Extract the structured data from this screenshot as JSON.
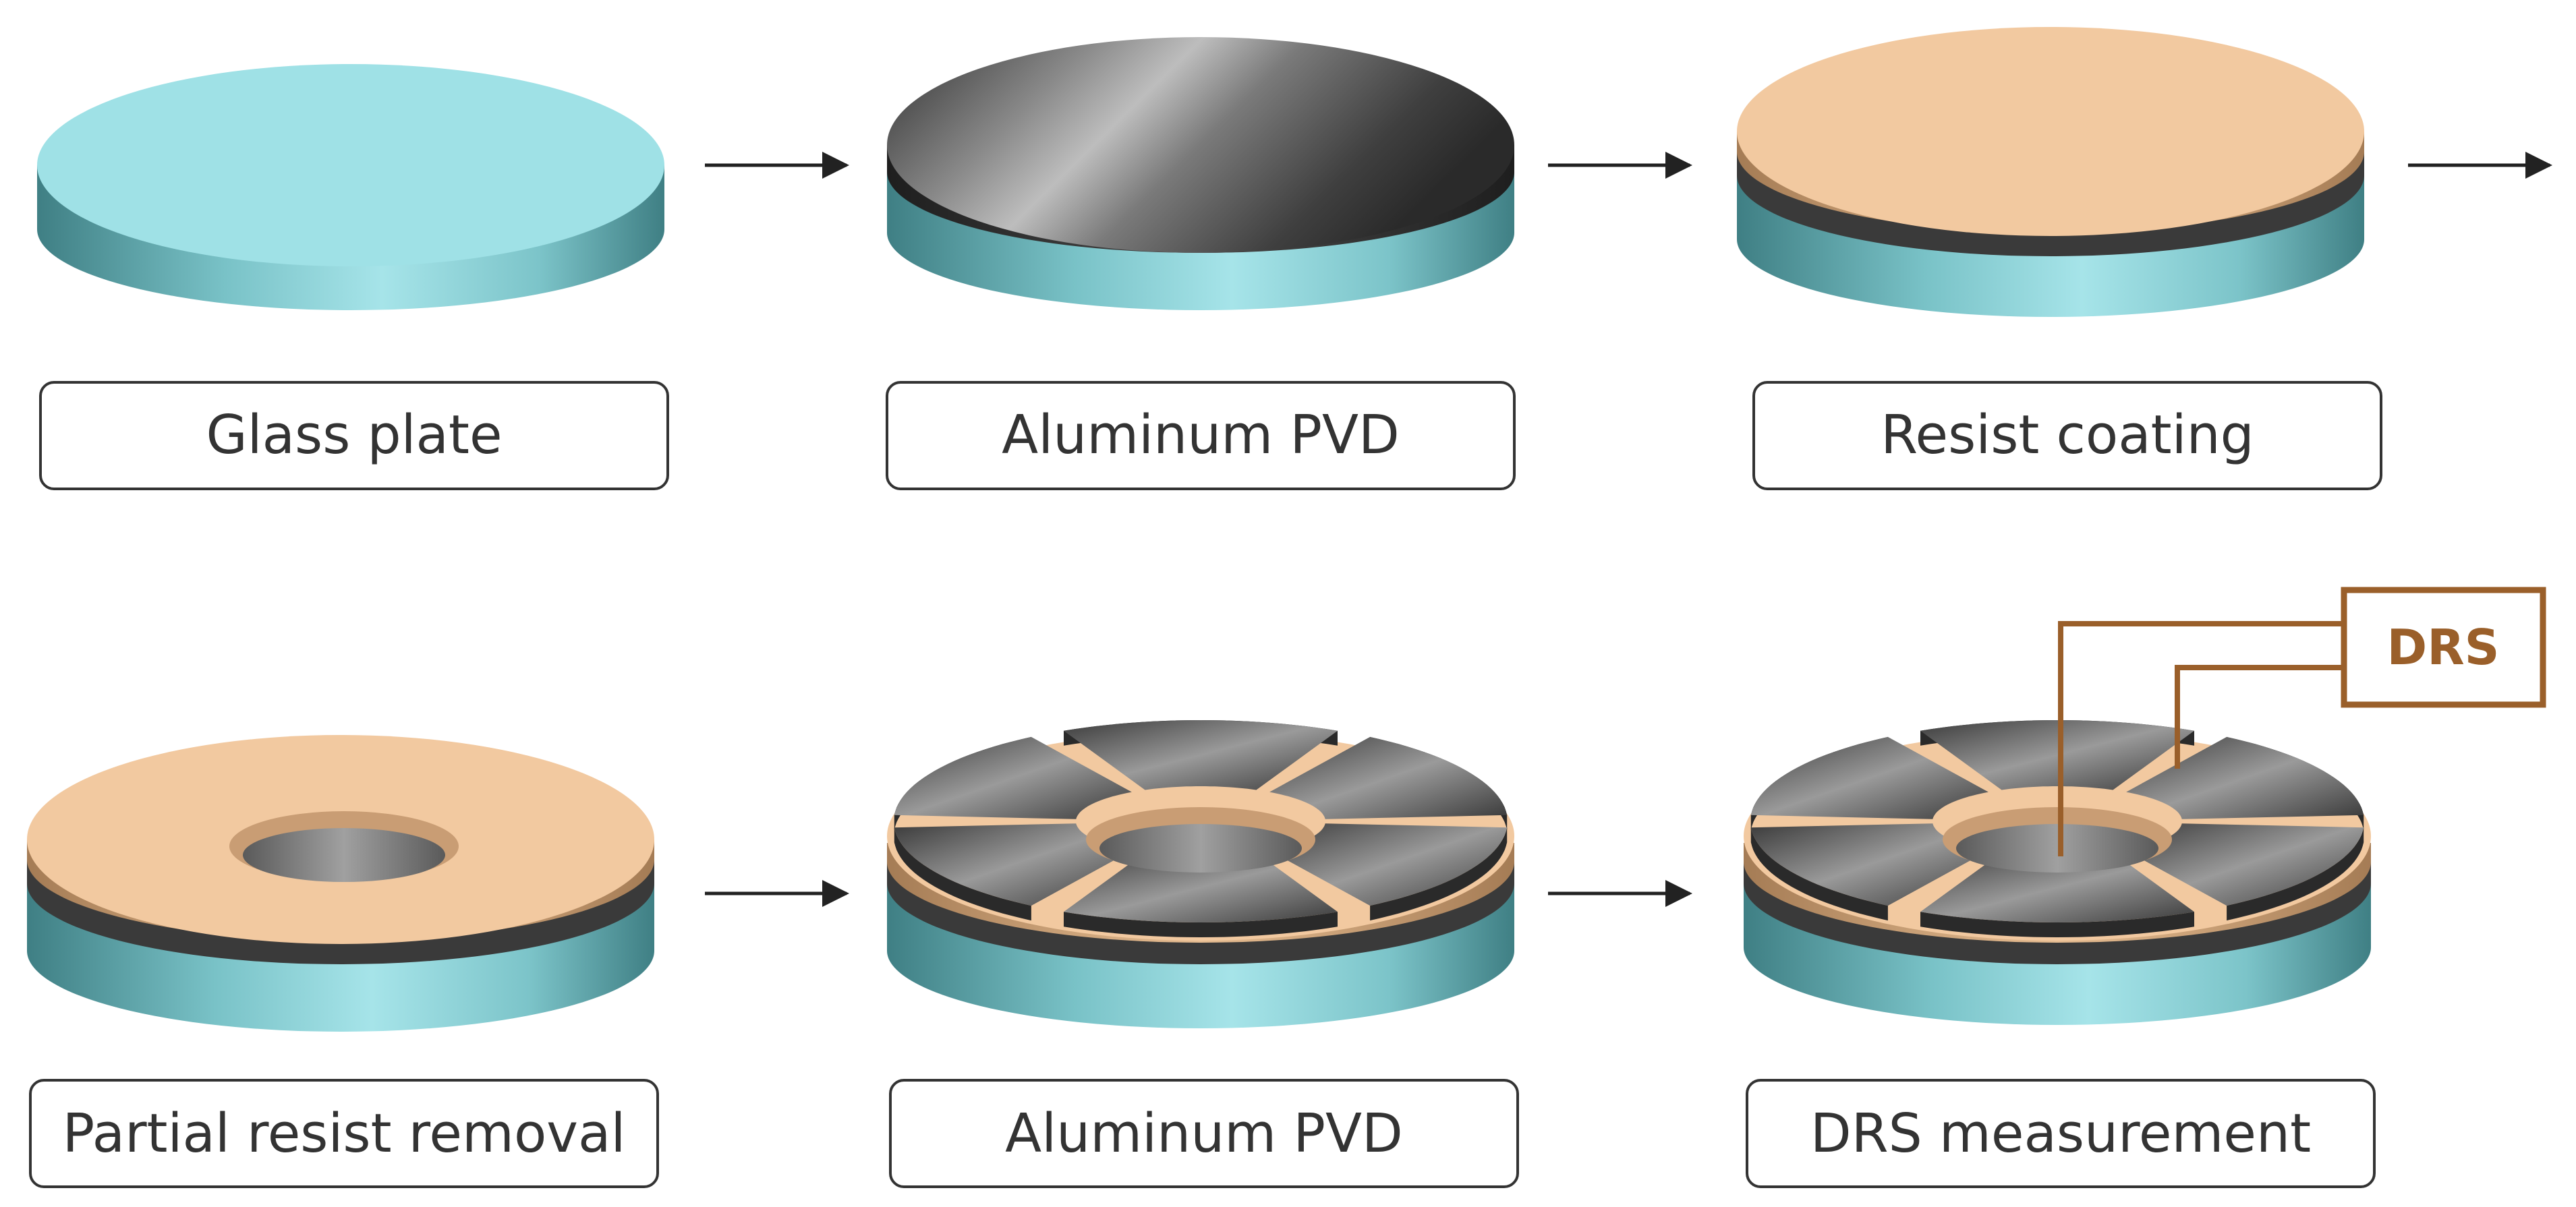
{
  "steps": [
    {
      "label": "Glass plate"
    },
    {
      "label": "Aluminum PVD"
    },
    {
      "label": "Resist coating"
    },
    {
      "label": "Partial resist removal"
    },
    {
      "label": "Aluminum PVD"
    },
    {
      "label": "DRS measurement"
    }
  ],
  "callout": {
    "label": "DRS"
  },
  "colors": {
    "glass": "#9fe1e6",
    "aluminum": "#5c5c5c",
    "resist": "#f2c9a0",
    "callout": "#9a5f2a",
    "label_border": "#333333"
  }
}
